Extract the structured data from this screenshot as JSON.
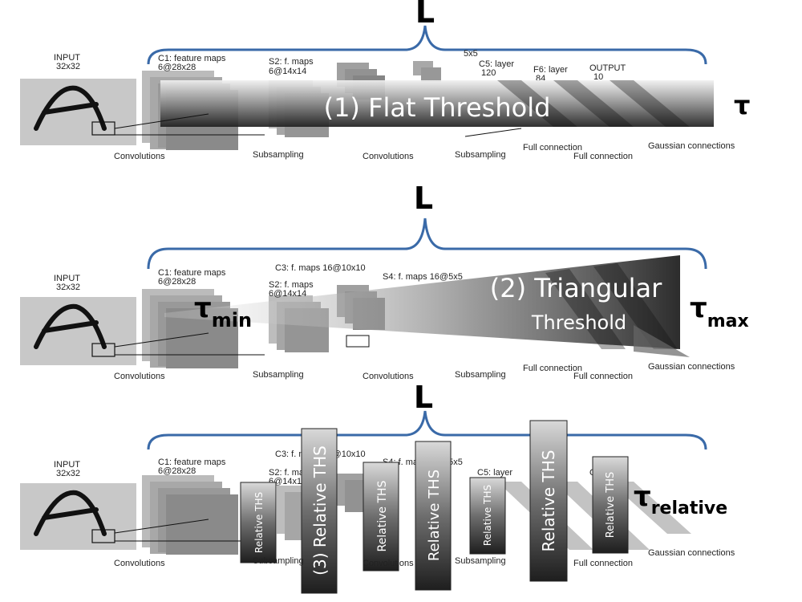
{
  "network": {
    "input_label": "INPUT",
    "input_size": "32x32",
    "c1_label": "C1: feature maps",
    "c1_size": "6@28x28",
    "s2_label": "S2: f. maps",
    "s2_size": "6@14x14",
    "c3_label": "C3: f. maps 16@10x10",
    "s4_label": "S4: f. maps 16@5x5",
    "s4_partial": "5x5",
    "c5_label": "C5: layer",
    "c5_size": "120",
    "f6_label": "F6: layer",
    "f6_size": "84",
    "output_label": "OUTPUT",
    "output_size": "10",
    "ops": {
      "convolutions": "Convolutions",
      "subsampling": "Subsampling",
      "full_connection": "Full connection",
      "gaussian": "Gaussian connections"
    }
  },
  "panels": [
    {
      "length_label": "L",
      "threshold_label": "(1) Flat Threshold",
      "tau_symbol": "τ",
      "tau_sub": ""
    },
    {
      "length_label": "L",
      "threshold_line1": "(2) Triangular",
      "threshold_line2": "Threshold",
      "tau_min_symbol": "τ",
      "tau_min_sub": "min",
      "tau_max_symbol": "τ",
      "tau_max_sub": "max"
    },
    {
      "length_label": "L",
      "relative_big": "(3) Relative THS",
      "relative": "Relative THS",
      "tau_symbol": "τ",
      "tau_sub": "relative"
    }
  ],
  "colors": {
    "brace": "#3a6aa8",
    "threshold_dark": "#2a2a2a",
    "threshold_light": "#e8e8e8",
    "feature_map": "#9a9a9a",
    "input_box": "#c8c8c8"
  }
}
